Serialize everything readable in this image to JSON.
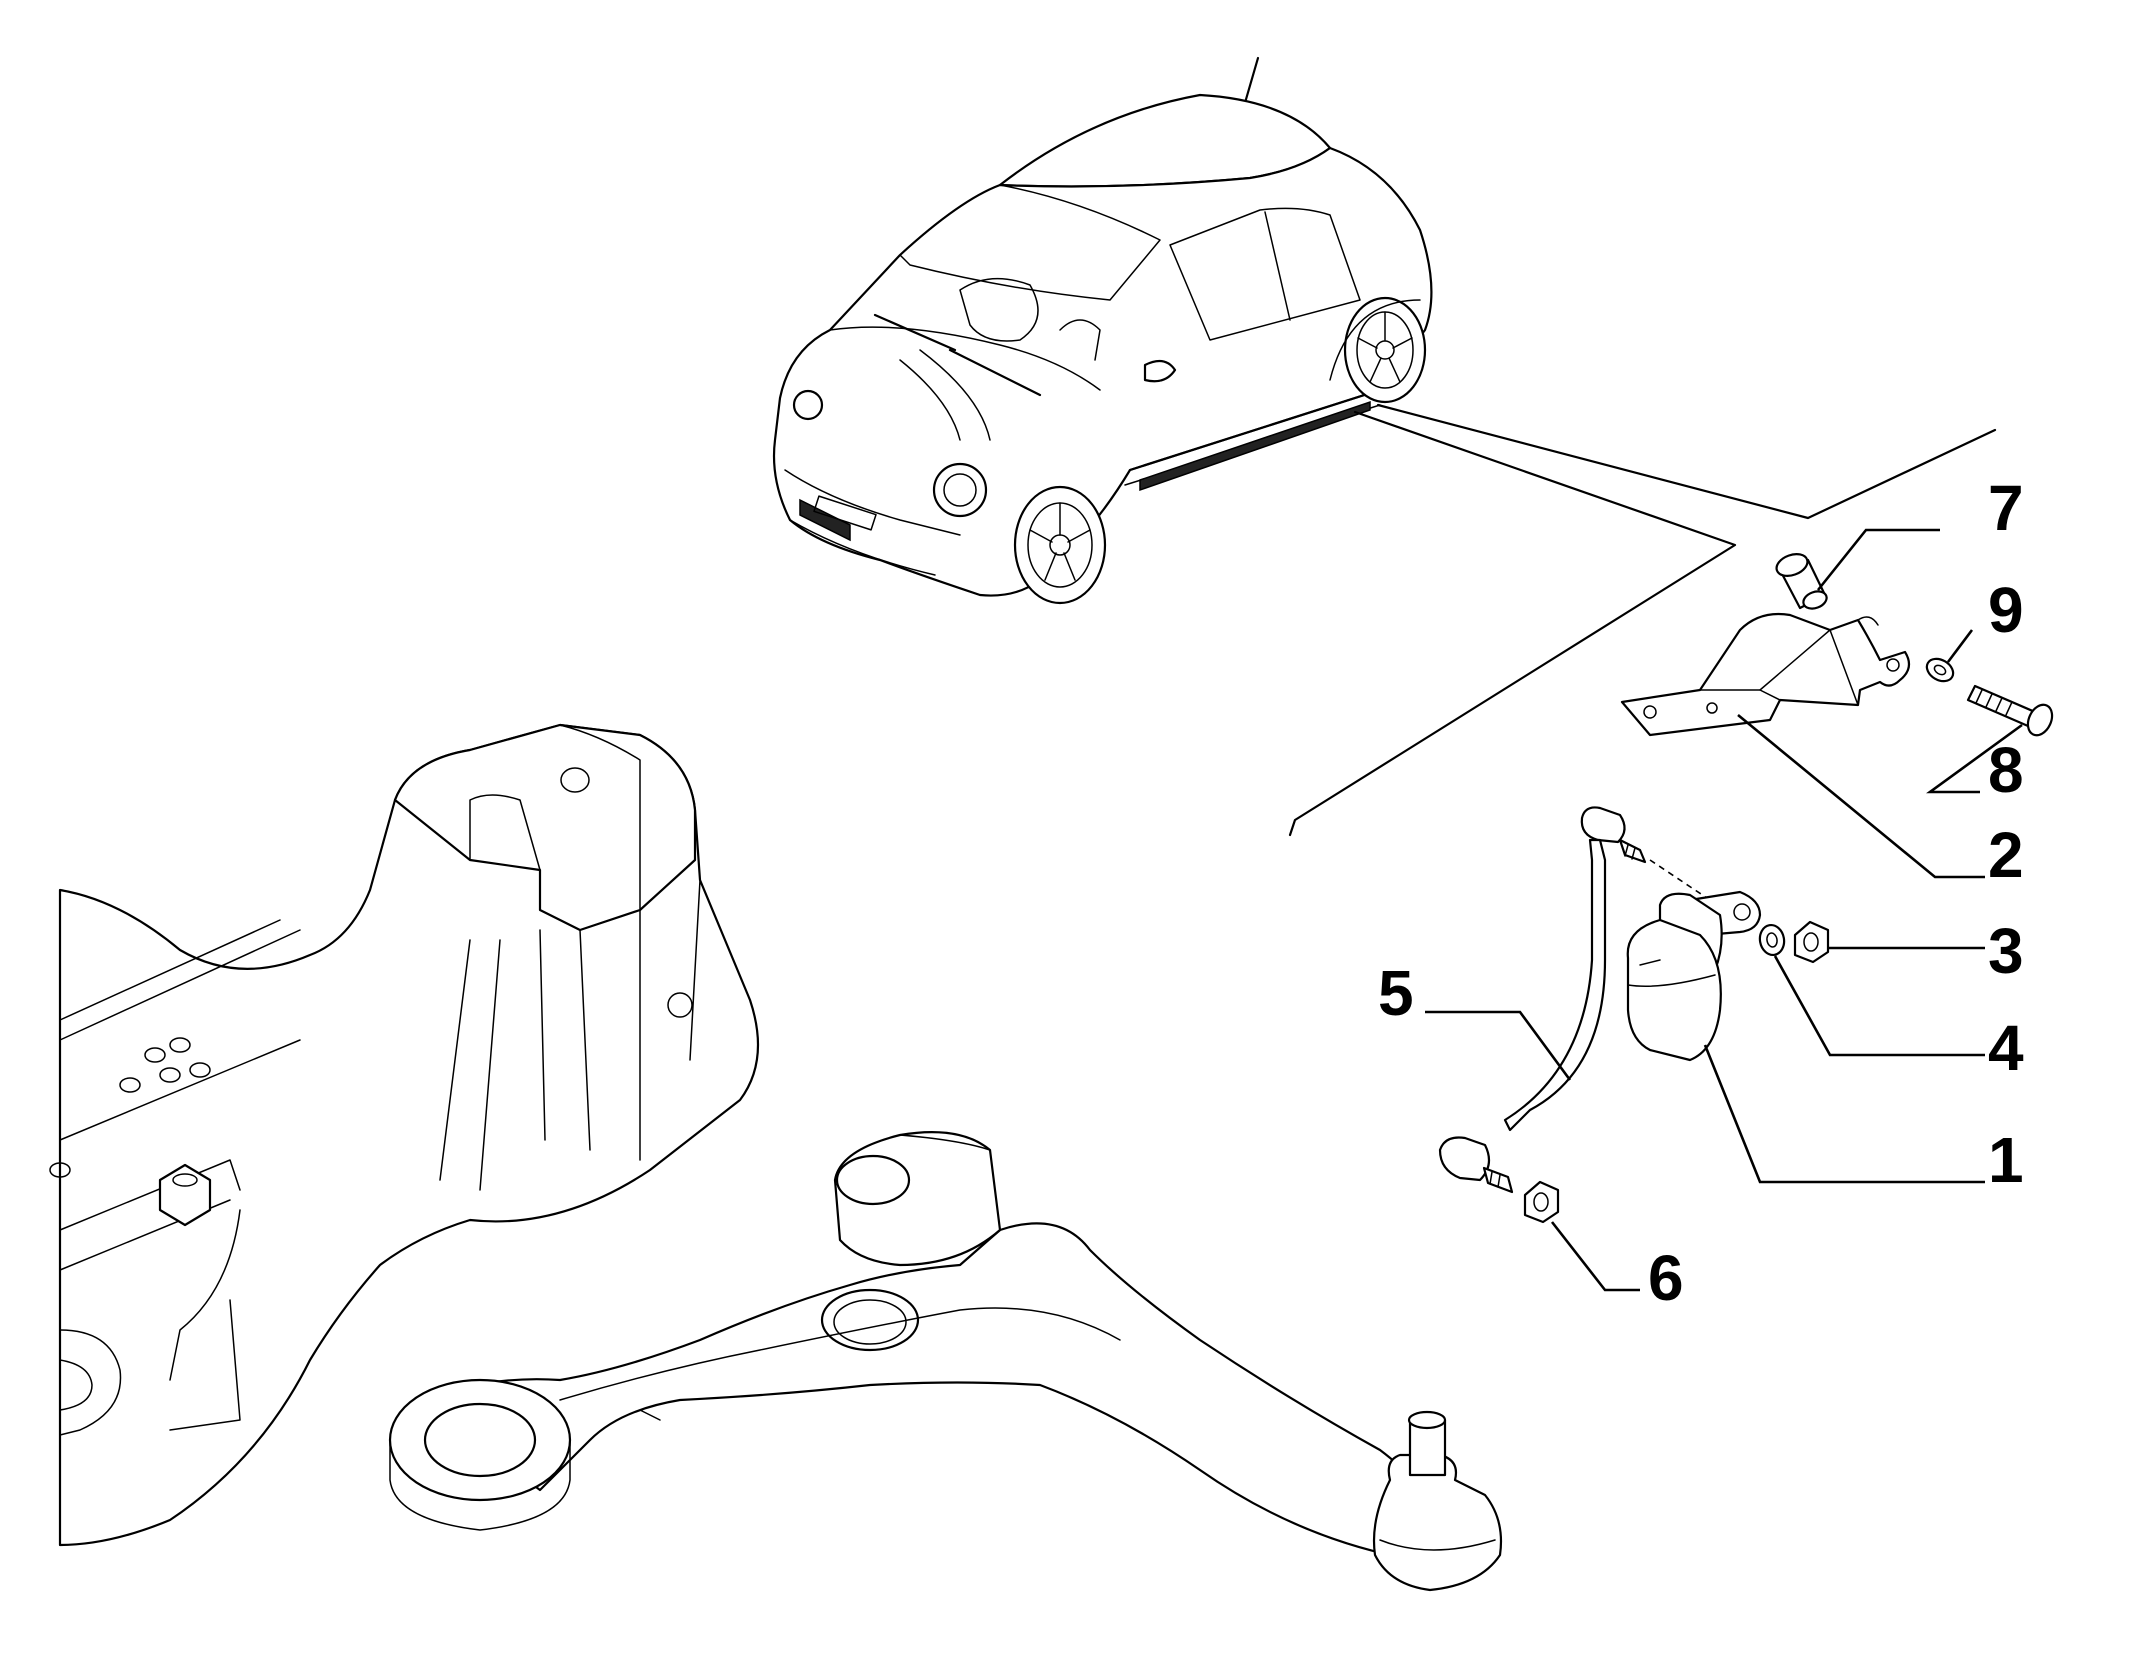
{
  "diagram": {
    "callouts": [
      "7",
      "9",
      "8",
      "2",
      "3",
      "5",
      "4",
      "1",
      "6"
    ]
  }
}
